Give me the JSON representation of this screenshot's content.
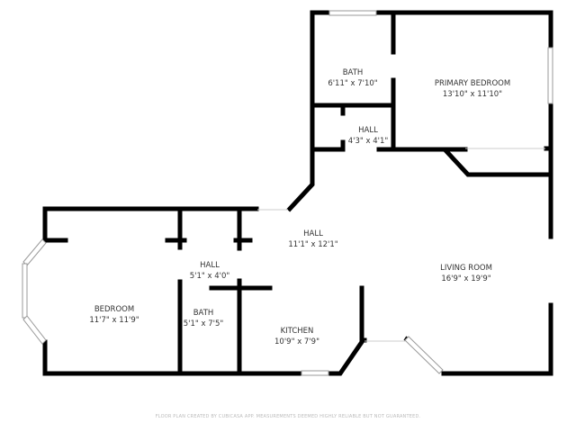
{
  "rooms": {
    "bath_upper": {
      "name": "BATH",
      "size": "6'11\" x 7'10\""
    },
    "primary_bedroom": {
      "name": "PRIMARY BEDROOM",
      "size": "13'10\" x 11'10\""
    },
    "hall_upper": {
      "name": "HALL",
      "size": "4'3\" x 4'1\""
    },
    "hall_main": {
      "name": "HALL",
      "size": "11'1\" x 12'1\""
    },
    "hall_left": {
      "name": "HALL",
      "size": "5'1\" x 4'0\""
    },
    "bedroom": {
      "name": "BEDROOM",
      "size": "11'7\" x 11'9\""
    },
    "bath_lower": {
      "name": "BATH",
      "size": "5'1\" x 7'5\""
    },
    "kitchen": {
      "name": "KITCHEN",
      "size": "10'9\" x 7'9\""
    },
    "living_room": {
      "name": "LIVING ROOM",
      "size": "16'9\" x 19'9\""
    }
  },
  "footer": "FLOOR PLAN CREATED BY CUBICASA APP. MEASUREMENTS DEEMED HIGHLY RELIABLE BUT NOT GUARANTEED.",
  "colors": {
    "wall": "#000000",
    "text": "#333333",
    "footer": "#bbbbbb"
  }
}
